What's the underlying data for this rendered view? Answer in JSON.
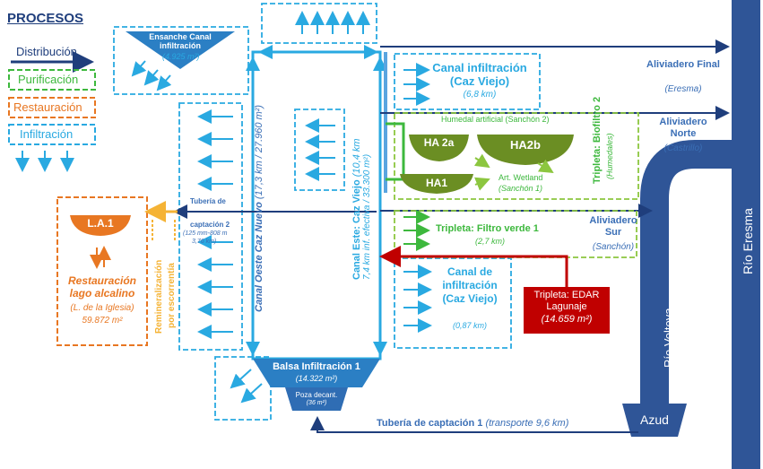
{
  "legend": {
    "title": "PROCESOS",
    "distribucion": "Distribución",
    "purificacion": "Purificación",
    "restauracion": "Restauración",
    "infiltracion": "Infiltración"
  },
  "ensanche": {
    "title": "Ensanche Canal infiltración",
    "area": "(4.925 m²)"
  },
  "canal_oeste": {
    "label": "Canal Oeste Caz Nuevo",
    "detail": "(17,3 km / 27.960 m²)"
  },
  "canal_este": {
    "label": "Canal Este: Caz Viejo",
    "detail": "(10,4 km",
    "detail2": "7,4 km inf. efectiva / 33.300 m²)"
  },
  "canal_inf_caz_viejo_top": {
    "title1": "Canal infiltración",
    "title2": "(Caz Viejo)",
    "detail": "(6,8 km)"
  },
  "humedal": {
    "title": "Humedal artificial (Sanchón 2)",
    "ha2a": "HA 2a",
    "ha2b": "HA2b",
    "ha1": "HA1",
    "art_wetland": "Art. Wetland",
    "art_wetland_sub": "(Sanchón 1)"
  },
  "tripleta_biofiltro": {
    "title": "Tripleta: Biofiltro 2",
    "sub": "(Humedales)"
  },
  "tripleta_filtro": {
    "title": "Tripleta: Filtro verde 1",
    "detail": "(2,7 km)"
  },
  "canal_inf_caz_viejo_low": {
    "title1": "Canal de",
    "title2": "infiltración",
    "title3": "(Caz Viejo)",
    "detail": "(0,87 km)"
  },
  "edar": {
    "title": "Tripleta: EDAR",
    "sub": "Lagunaje",
    "area": "(14.659 m²)"
  },
  "aliviaderos": {
    "final_title": "Aliviadero Final",
    "final_sub": "(Eresma)",
    "norte_title": "Aliviadero Norte",
    "norte_sub": "(Castrillo)",
    "sur_title": "Aliviadero Sur",
    "sur_sub": "(Sanchón)"
  },
  "rios": {
    "eresma": "Río Eresma",
    "voltoya": "Río Voltoya",
    "azud": "Azud"
  },
  "tuberia2": {
    "title1": "Tubería de",
    "title2": "captación 2",
    "detail1": "(125 mm-808 m",
    "detail2": "3,76 km)"
  },
  "la1": {
    "label": "L.A.1",
    "title1": "Restauración",
    "title2": "lago alcalino",
    "sub": "(L. de la Iglesia)",
    "area": "59.872 m²"
  },
  "remineralizacion": {
    "label1": "Remineralización",
    "label2": "por escorrentía"
  },
  "balsa": {
    "title": "Balsa Infiltración 1",
    "area": "(14.322 m²)",
    "poza": "Poza decant.",
    "poza_area": "(36 m²)"
  },
  "tuberia1": {
    "title": "Tubería de captación 1",
    "detail": "(transporte 9,6 km)"
  },
  "colors": {
    "distribucion": "#1f3e7c",
    "purificacion": "#3db83d",
    "restauracion": "#e87722",
    "infiltracion": "#29a9e1",
    "river": "#2f5597",
    "edar": "#c00000"
  }
}
